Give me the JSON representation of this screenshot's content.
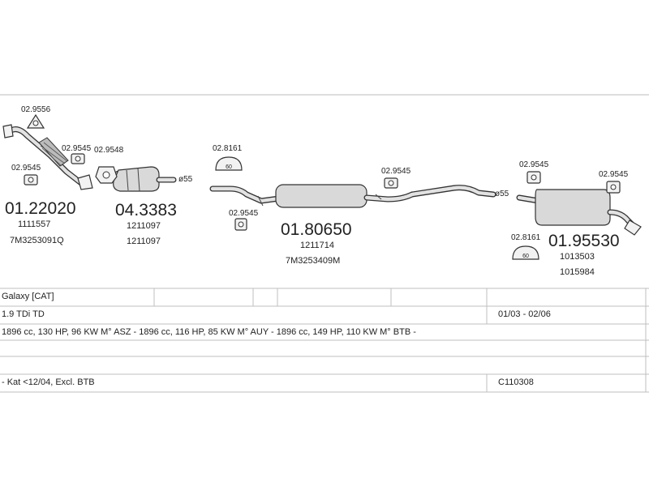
{
  "diagram": {
    "parts": [
      {
        "id": "p1",
        "number": "01.22020",
        "refs": [
          "1111557",
          "7M3253091Q"
        ]
      },
      {
        "id": "p2",
        "number": "04.3383",
        "refs": [
          "1211097",
          "1211097"
        ]
      },
      {
        "id": "p3",
        "number": "01.80650",
        "refs": [
          "1211714",
          "7M3253409M"
        ]
      },
      {
        "id": "p4",
        "number": "01.95530",
        "refs": [
          "1013503",
          "1015984"
        ]
      }
    ],
    "accessories": [
      {
        "id": "a1",
        "code": "02.9556"
      },
      {
        "id": "a2",
        "code": "02.9545"
      },
      {
        "id": "a3",
        "code": "02.9545"
      },
      {
        "id": "a4",
        "code": "02.9548"
      },
      {
        "id": "a5",
        "code": "02.8161"
      },
      {
        "id": "a6",
        "code": "02.9545"
      },
      {
        "id": "a7",
        "code": "02.9545"
      },
      {
        "id": "a8",
        "code": "02.9545"
      },
      {
        "id": "a9",
        "code": "02.9545"
      },
      {
        "id": "a10",
        "code": "02.8161"
      }
    ],
    "diameters": [
      "ø55",
      "ø55"
    ],
    "clamp_mark": "60"
  },
  "table": {
    "model": "Galaxy  [CAT]",
    "engine": "1.9 TDi TD",
    "years": "01/03 - 02/06",
    "specs": "1896 cc, 130 HP, 96 KW M° ASZ - 1896 cc, 116 HP, 85 KW M° AUY - 1896 cc, 149 HP, 110 KW M° BTB -",
    "note": "- Kat <12/04, Excl. BTB",
    "code": "C110308"
  }
}
